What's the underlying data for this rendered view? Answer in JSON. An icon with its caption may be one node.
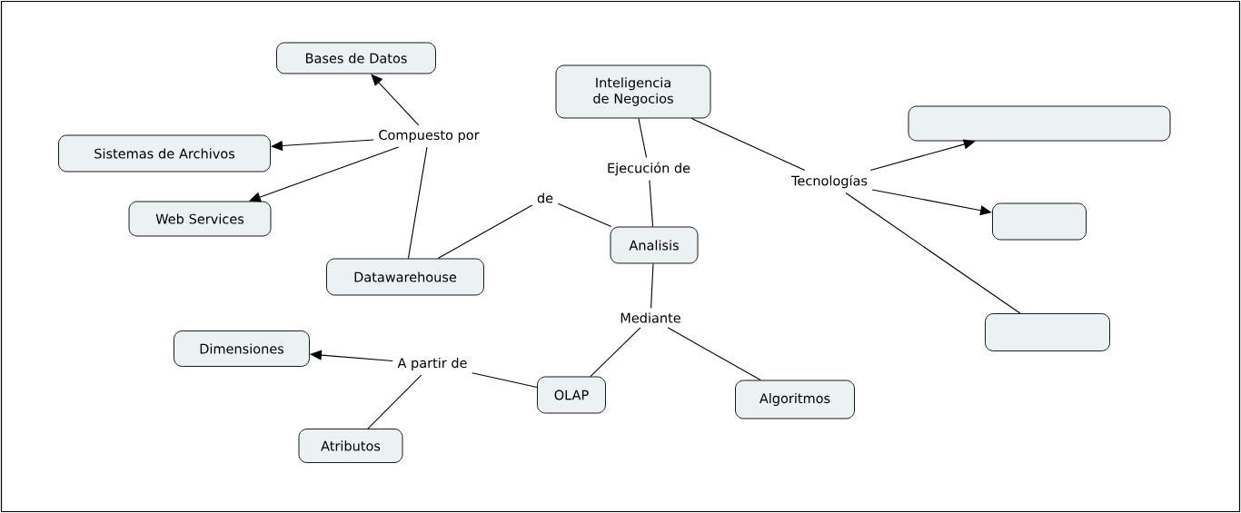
{
  "diagram": {
    "nodes": [
      {
        "text": [
          "Bases de Datos"
        ]
      },
      {
        "text": [
          "Inteligencia de Negocios"
        ]
      },
      {
        "text": [],
        "shape": "box"
      },
      {
        "text": [
          "Sistemas de Archivos"
        ]
      },
      {
        "text": [
          "Web Services"
        ]
      },
      {
        "text": [],
        "shape": "box"
      },
      {
        "text": [
          "Analisis"
        ]
      },
      {
        "text": [
          "Datawarehouse"
        ]
      },
      {
        "text": [],
        "shape": "box"
      },
      {
        "text": [
          "Dimensiones"
        ]
      },
      {
        "text": [
          "OLAP"
        ]
      },
      {
        "text": [
          "Algoritmos"
        ]
      },
      {
        "text": [
          "Atributos"
        ]
      },
      {
        "text": [
          "Compuesto por"
        ]
      },
      {
        "text": [
          "Ejecución de"
        ]
      },
      {
        "text": [
          "Tecnologías"
        ]
      },
      {
        "text": [
          "de"
        ]
      },
      {
        "text": [
          "Mediante"
        ]
      },
      {
        "text": [
          "A partir de"
        ]
      }
    ],
    "edges": [
      {
        "from": 7,
        "to": 13,
        "arrow": "none"
      },
      {
        "from": 13,
        "to": 0,
        "arrow": "to"
      },
      {
        "from": 13,
        "to": 3,
        "arrow": "to"
      },
      {
        "from": 13,
        "to": 4,
        "arrow": "to"
      },
      {
        "from": 1,
        "to": 14,
        "arrow": "none"
      },
      {
        "from": 14,
        "to": 6,
        "arrow": "none"
      },
      {
        "from": 1,
        "to": 15,
        "arrow": "none"
      },
      {
        "from": 15,
        "to": 2,
        "arrow": "to"
      },
      {
        "from": 15,
        "to": 5,
        "arrow": "to"
      },
      {
        "from": 15,
        "to": 8,
        "arrow": "none"
      },
      {
        "from": 7,
        "to": 16,
        "arrow": "none"
      },
      {
        "from": 16,
        "to": 6,
        "arrow": "none"
      },
      {
        "from": 6,
        "to": 17,
        "arrow": "none"
      },
      {
        "from": 17,
        "to": 10,
        "arrow": "none"
      },
      {
        "from": 17,
        "to": 11,
        "arrow": "none"
      },
      {
        "from": 10,
        "to": 18,
        "arrow": "none"
      },
      {
        "from": 18,
        "to": 9,
        "arrow": "to"
      },
      {
        "from": 18,
        "to": 12,
        "arrow": "none"
      }
    ]
  }
}
